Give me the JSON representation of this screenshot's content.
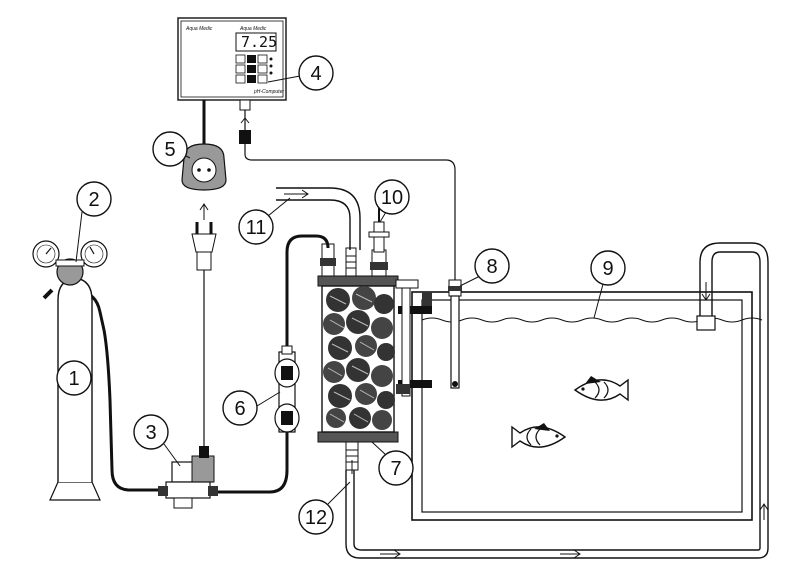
{
  "controller": {
    "brand_left": "Aqua Medic",
    "brand_right": "Aqua Medic",
    "display_value": "7.25",
    "model_label": "pH-Computer"
  },
  "callouts": [
    {
      "label": "1"
    },
    {
      "label": "2"
    },
    {
      "label": "3"
    },
    {
      "label": "4"
    },
    {
      "label": "5"
    },
    {
      "label": "6"
    },
    {
      "label": "7"
    },
    {
      "label": "8"
    },
    {
      "label": "9"
    },
    {
      "label": "10"
    },
    {
      "label": "11"
    },
    {
      "label": "12"
    }
  ]
}
